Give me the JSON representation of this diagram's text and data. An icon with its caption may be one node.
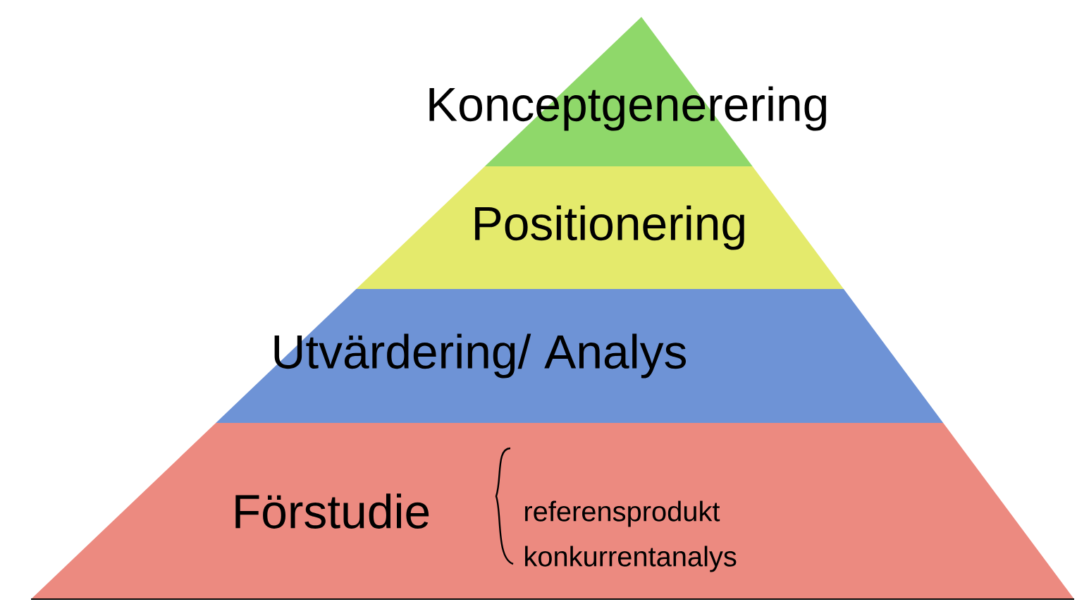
{
  "diagram": {
    "nodes": [
      {
        "text": [
          "Konceptgenerering"
        ]
      },
      {
        "text": [
          "Positionering"
        ]
      },
      {
        "text": [
          "Utvärdering/ Analys"
        ]
      },
      {
        "text": [
          "Förstudie",
          "referensprodukt",
          "konkurrentanalys"
        ]
      }
    ]
  }
}
